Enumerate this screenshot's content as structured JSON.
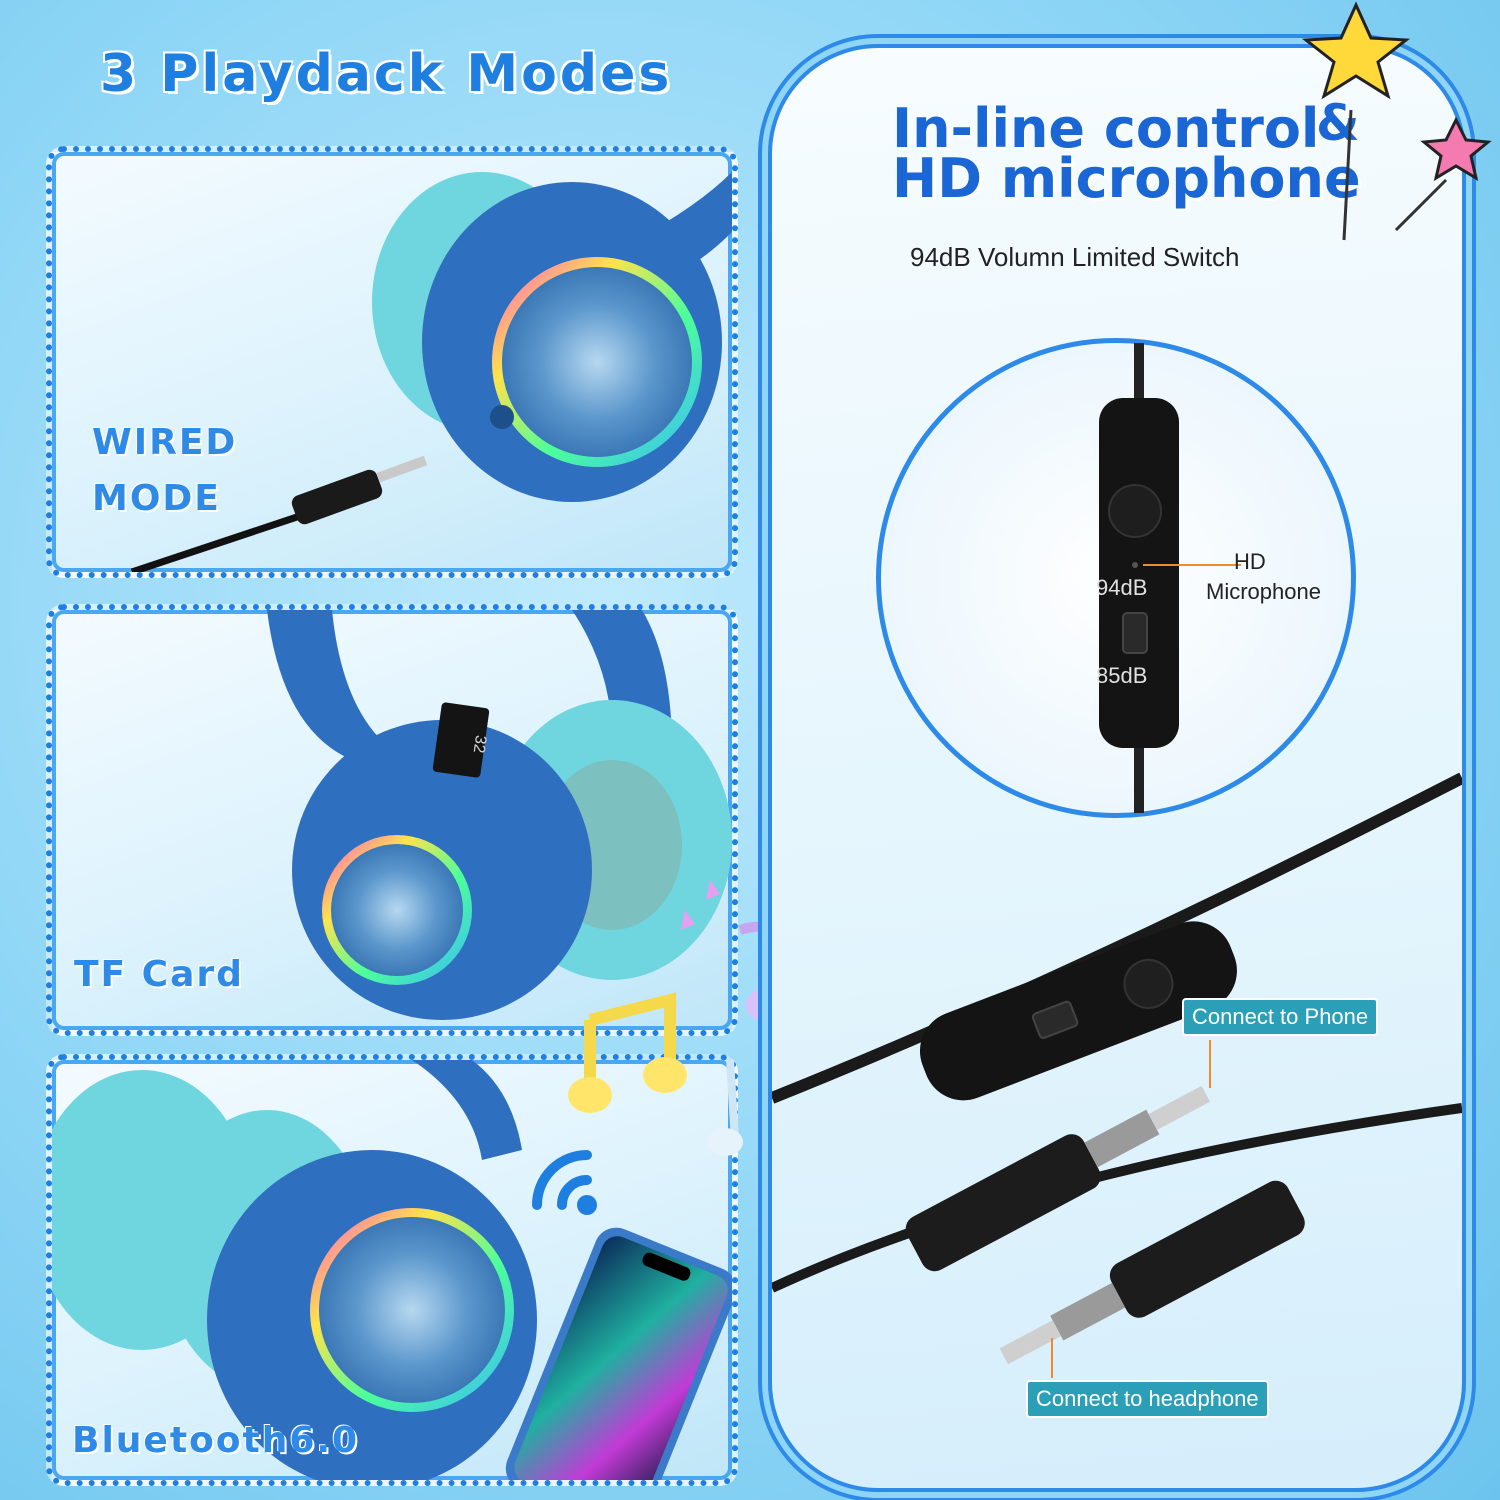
{
  "header": {
    "title": "3 Playdack Modes"
  },
  "modes": [
    {
      "label_line1": "WIRED",
      "label_line2": "MODE"
    },
    {
      "label": "TF Card"
    },
    {
      "label": "Bluetooth6.0"
    }
  ],
  "sd_card": {
    "size": "32"
  },
  "right": {
    "title_line1": "In-line control",
    "title_amp": "&",
    "title_line2": "HD microphone",
    "subtitle": "94dB Volumn Limited Switch",
    "controller": {
      "label_94": "94dB",
      "label_85": "85dB",
      "mic_label_line1": "HD",
      "mic_label_line2": "Microphone"
    },
    "tag_phone": "Connect to Phone",
    "tag_headphone": "Connect to headphone"
  },
  "colors": {
    "accent": "#1f7fe0",
    "tag_bg": "#2b9fb7",
    "headphone_blue": "#2f6fc0",
    "cushion_teal": "#6fd6e0"
  }
}
